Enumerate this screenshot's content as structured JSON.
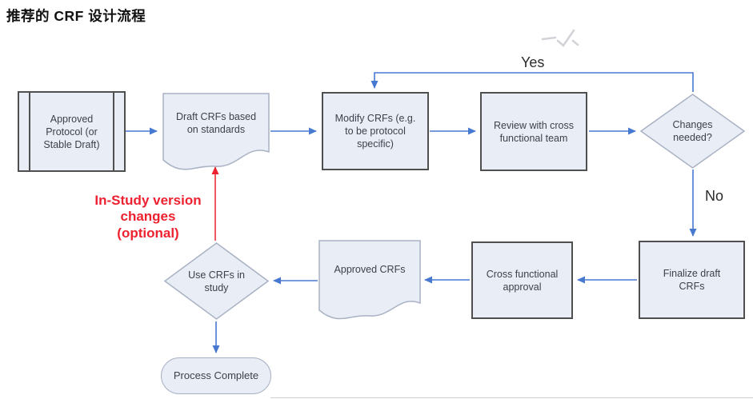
{
  "title": "推荐的 CRF 设计流程",
  "colors": {
    "arrow_blue": "#4879d0",
    "annotation_red": "#ee2130",
    "node_fill": "#e9edf6",
    "node_border_dark": "#4f4f4f",
    "node_border_light": "#a9b2c4"
  },
  "flowchart": {
    "nodes": {
      "approved_protocol": {
        "shape": "predefined-process",
        "label": "Approved\nProtocol (or\nStable Draft)"
      },
      "draft_crfs": {
        "shape": "document",
        "label": "Draft CRFs based\non standards"
      },
      "modify_crfs": {
        "shape": "process",
        "label": "Modify CRFs (e.g.\nto be protocol\nspecific)"
      },
      "review_team": {
        "shape": "process",
        "label": "Review with cross\nfunctional team"
      },
      "changes_needed": {
        "shape": "decision",
        "label": "Changes\nneeded?"
      },
      "finalize_draft": {
        "shape": "process",
        "label": "Finalize draft\nCRFs"
      },
      "cross_approval": {
        "shape": "process",
        "label": "Cross functional\napproval"
      },
      "approved_crfs": {
        "shape": "document",
        "label": "Approved CRFs"
      },
      "use_crfs": {
        "shape": "decision",
        "label": "Use CRFs in\nstudy"
      },
      "process_complete": {
        "shape": "terminator",
        "label": "Process Complete"
      }
    },
    "edge_labels": {
      "yes": "Yes",
      "no": "No"
    },
    "annotation": {
      "text": "In-Study version\nchanges\n(optional)"
    },
    "edges": [
      {
        "from": "approved_protocol",
        "to": "draft_crfs"
      },
      {
        "from": "draft_crfs",
        "to": "modify_crfs"
      },
      {
        "from": "modify_crfs",
        "to": "review_team"
      },
      {
        "from": "review_team",
        "to": "changes_needed"
      },
      {
        "from": "changes_needed",
        "to": "modify_crfs",
        "label": "Yes"
      },
      {
        "from": "changes_needed",
        "to": "finalize_draft",
        "label": "No"
      },
      {
        "from": "finalize_draft",
        "to": "cross_approval"
      },
      {
        "from": "cross_approval",
        "to": "approved_crfs"
      },
      {
        "from": "approved_crfs",
        "to": "use_crfs"
      },
      {
        "from": "use_crfs",
        "to": "process_complete"
      },
      {
        "from": "use_crfs",
        "to": "draft_crfs",
        "label": "In-Study version changes (optional)",
        "style": "red"
      }
    ]
  }
}
